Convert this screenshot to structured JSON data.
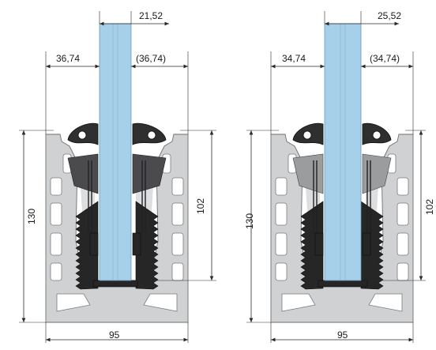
{
  "profiles": [
    {
      "id": "left",
      "glass_thickness": "21,52",
      "left_offset": "36,74",
      "right_offset": "(36,74)",
      "height_total": "130",
      "height_inner": "102",
      "width": "95"
    },
    {
      "id": "right",
      "glass_thickness": "25,52",
      "left_offset": "34,74",
      "right_offset": "(34,74)",
      "height_total": "130",
      "height_inner": "102",
      "width": "95"
    }
  ],
  "colors": {
    "aluminium": "#cfd1d3",
    "glass": "#a6d0ea",
    "rubber": "#262626",
    "wedge": "#4b4b4d"
  }
}
